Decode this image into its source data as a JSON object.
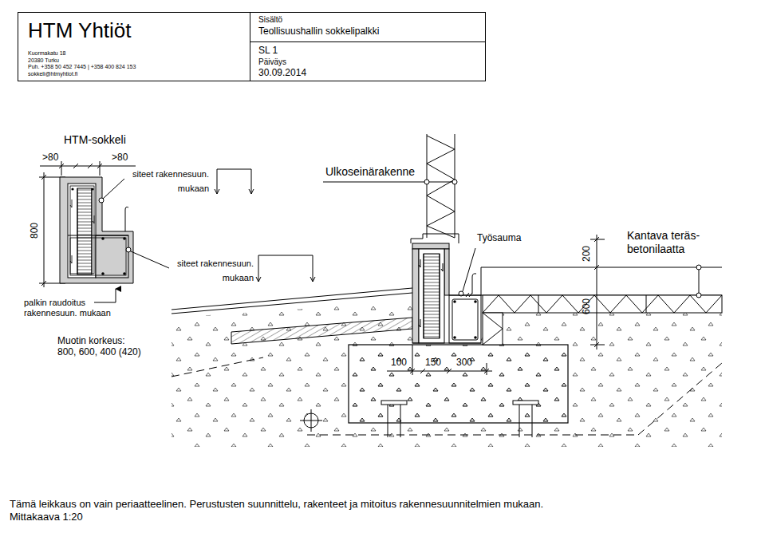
{
  "diagram": {
    "nodes": [
      {
        "text": [
          "HTM Yhtiöt",
          "Kuormakatu 18",
          "20380 Turku",
          "Puh. +358 50 452 7445 | +358 400 824 153",
          "sokkeli@htmyhtiot.fi"
        ]
      },
      {
        "text": [
          "Sisältö",
          "Teollisuushallin sokkelipalkki"
        ]
      },
      {
        "text": [
          "SL 1",
          "Päiväys",
          "30.09.2014"
        ]
      }
    ],
    "labels": [
      "HTM-sokkeli",
      ">80",
      ">80",
      "siteet rakennesuun. mukaan",
      "800",
      "siteet rakennesuun. mukaan",
      "palkin raudoitus rakennesuun. mukaan",
      "Muotin korkeus: 800, 600, 400 (420)",
      "Ulkoseinärakenne",
      "Työsauma",
      "200",
      "Kantava teräs- betonilaatta",
      "600",
      "100",
      "150",
      "300",
      "Tämä leikkaus on vain periaatteelinen. Perustusten suunnittelu, rakenteet ja mitoitus rakennesuunnitelmien mukaan.",
      "Mittakaava 1:20"
    ]
  }
}
